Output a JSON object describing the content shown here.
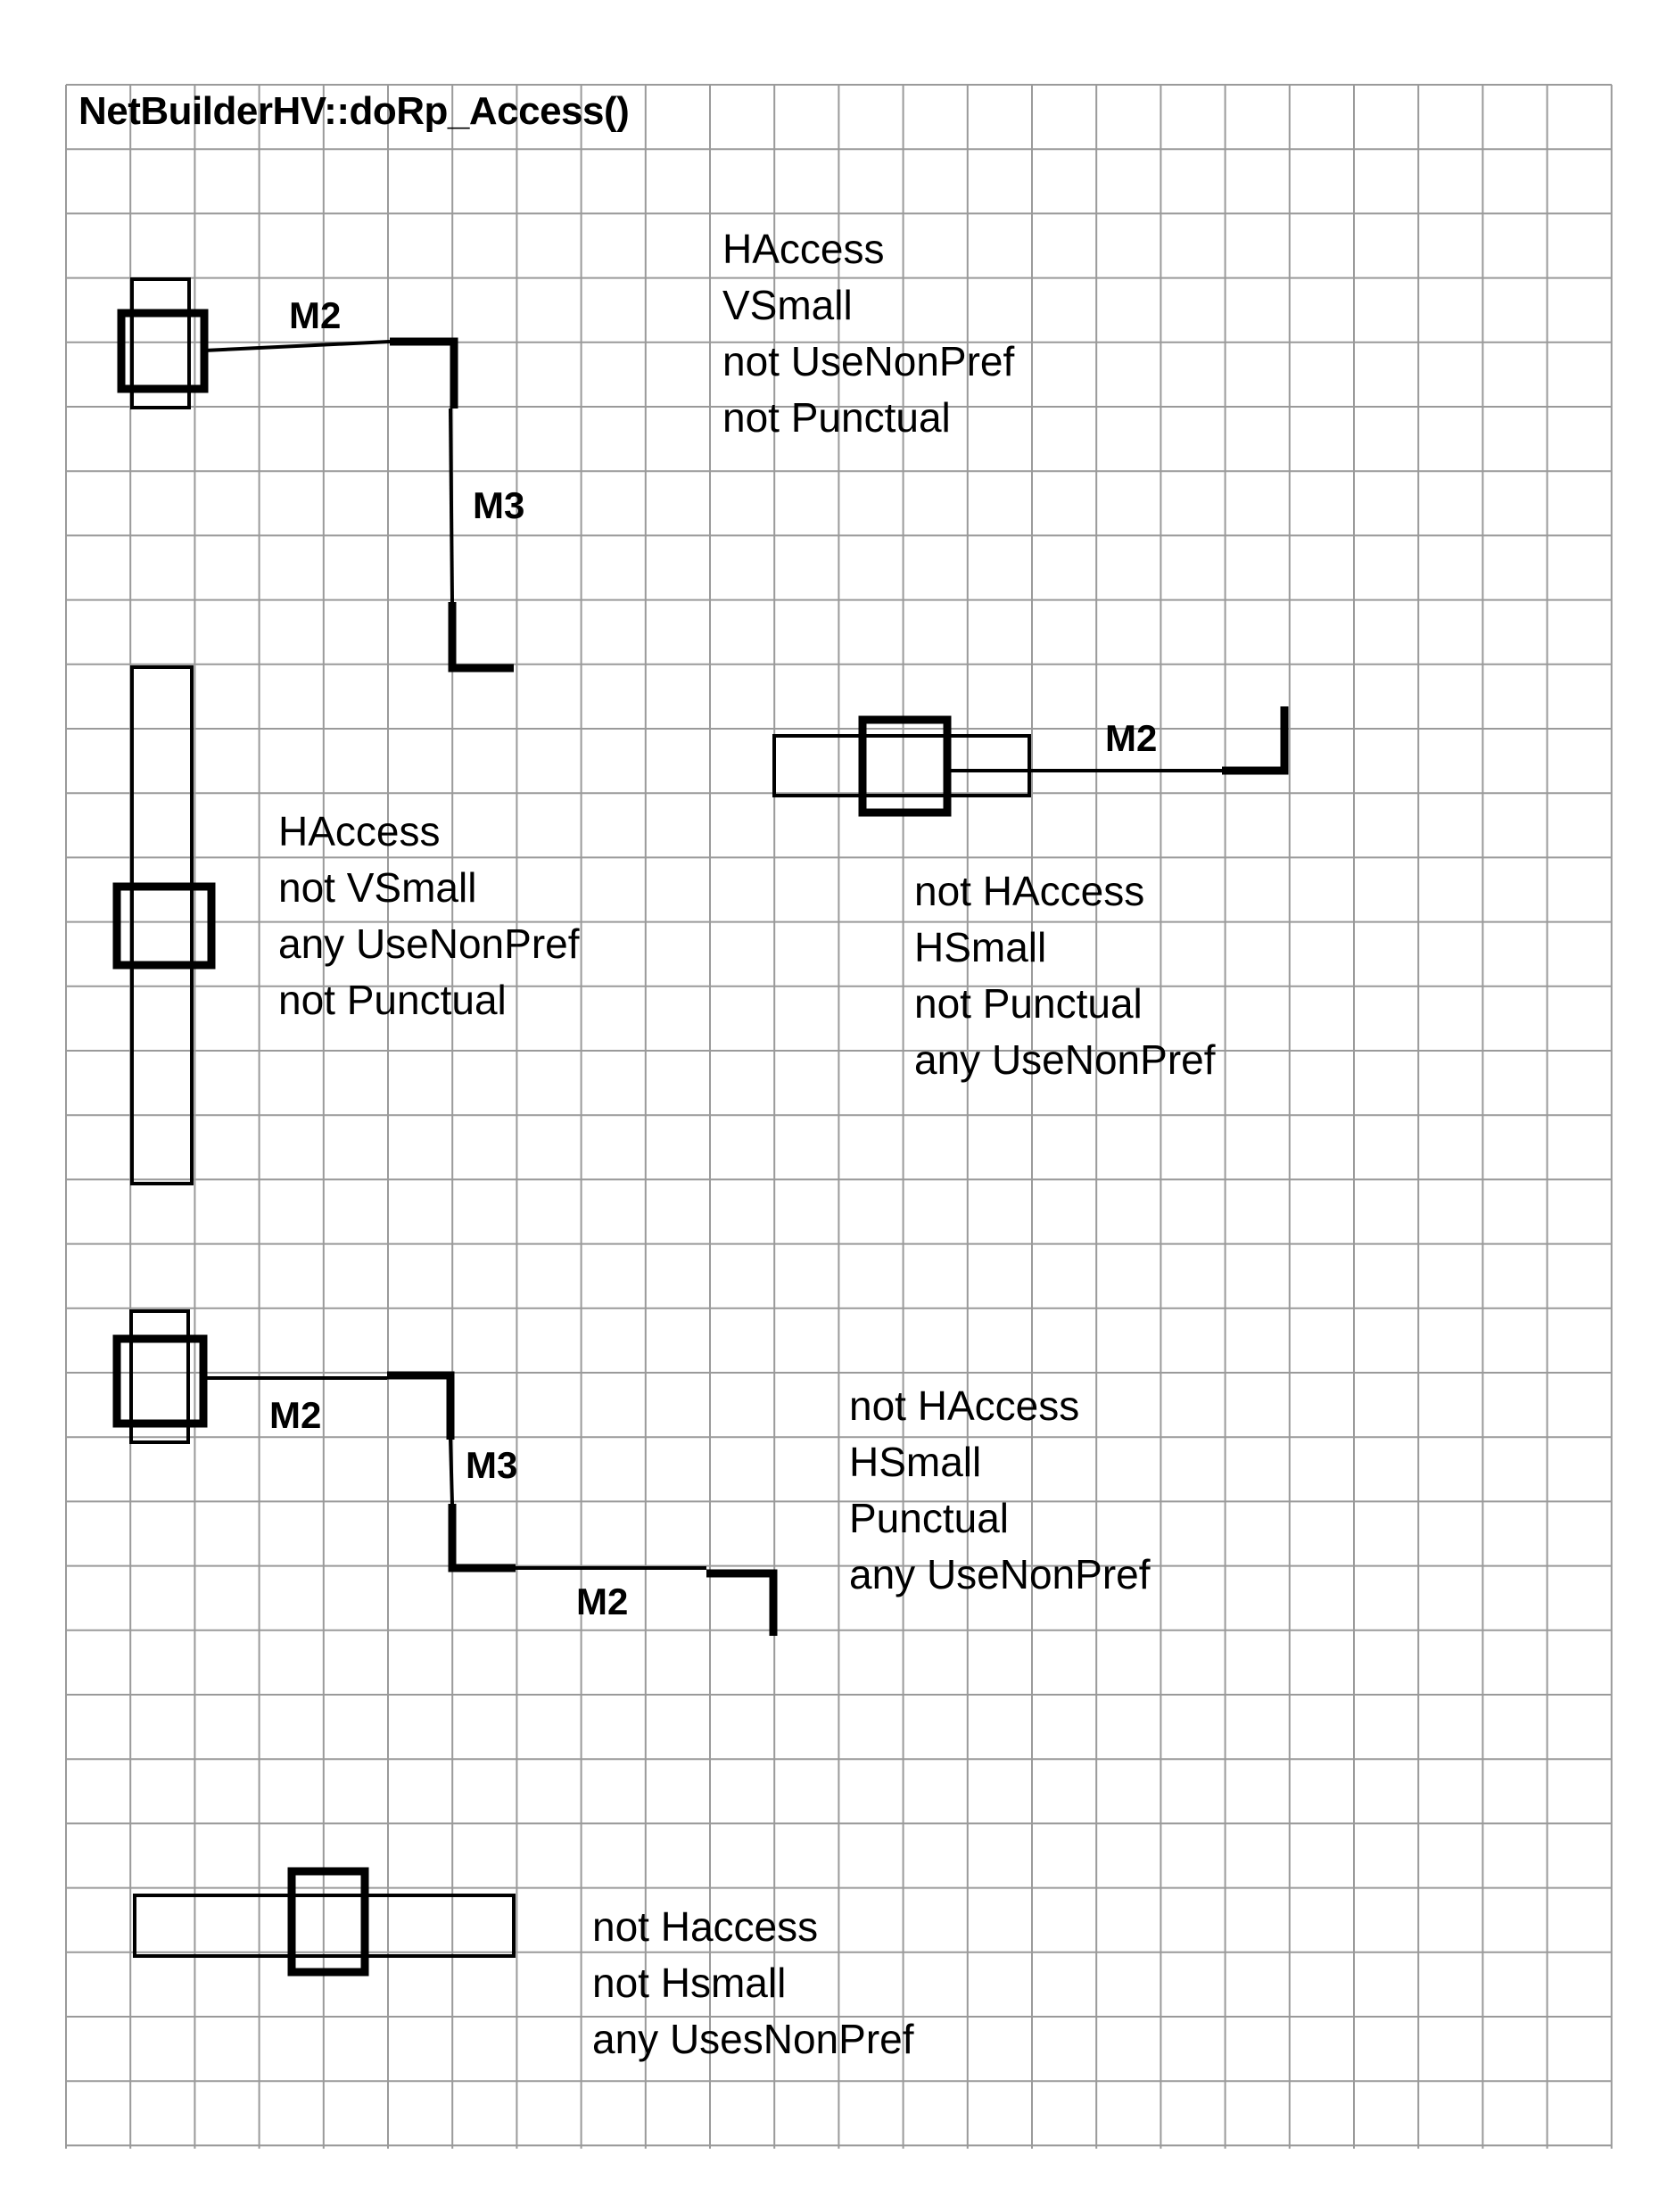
{
  "title": "NetBuilderHV::doRp_Access()",
  "colors": {
    "grid": "#9a9a9a",
    "ink": "#000000",
    "background": "#ffffff"
  },
  "cases": [
    {
      "conditions": [
        "HAccess",
        "VSmall",
        "not UseNonPref",
        "not Punctual"
      ],
      "metals": [
        "M2",
        "M3"
      ]
    },
    {
      "conditions": [
        "HAccess",
        "not VSmall",
        "any UseNonPref",
        "not Punctual"
      ],
      "metals": []
    },
    {
      "conditions": [
        "not HAccess",
        "HSmall",
        "not Punctual",
        "any UseNonPref"
      ],
      "metals": [
        "M2"
      ]
    },
    {
      "conditions": [
        "not HAccess",
        "HSmall",
        "Punctual",
        "any UseNonPref"
      ],
      "metals": [
        "M2",
        "M3",
        "M2"
      ]
    },
    {
      "conditions": [
        "not Haccess",
        "not Hsmall",
        "any UsesNonPref"
      ],
      "metals": []
    }
  ]
}
